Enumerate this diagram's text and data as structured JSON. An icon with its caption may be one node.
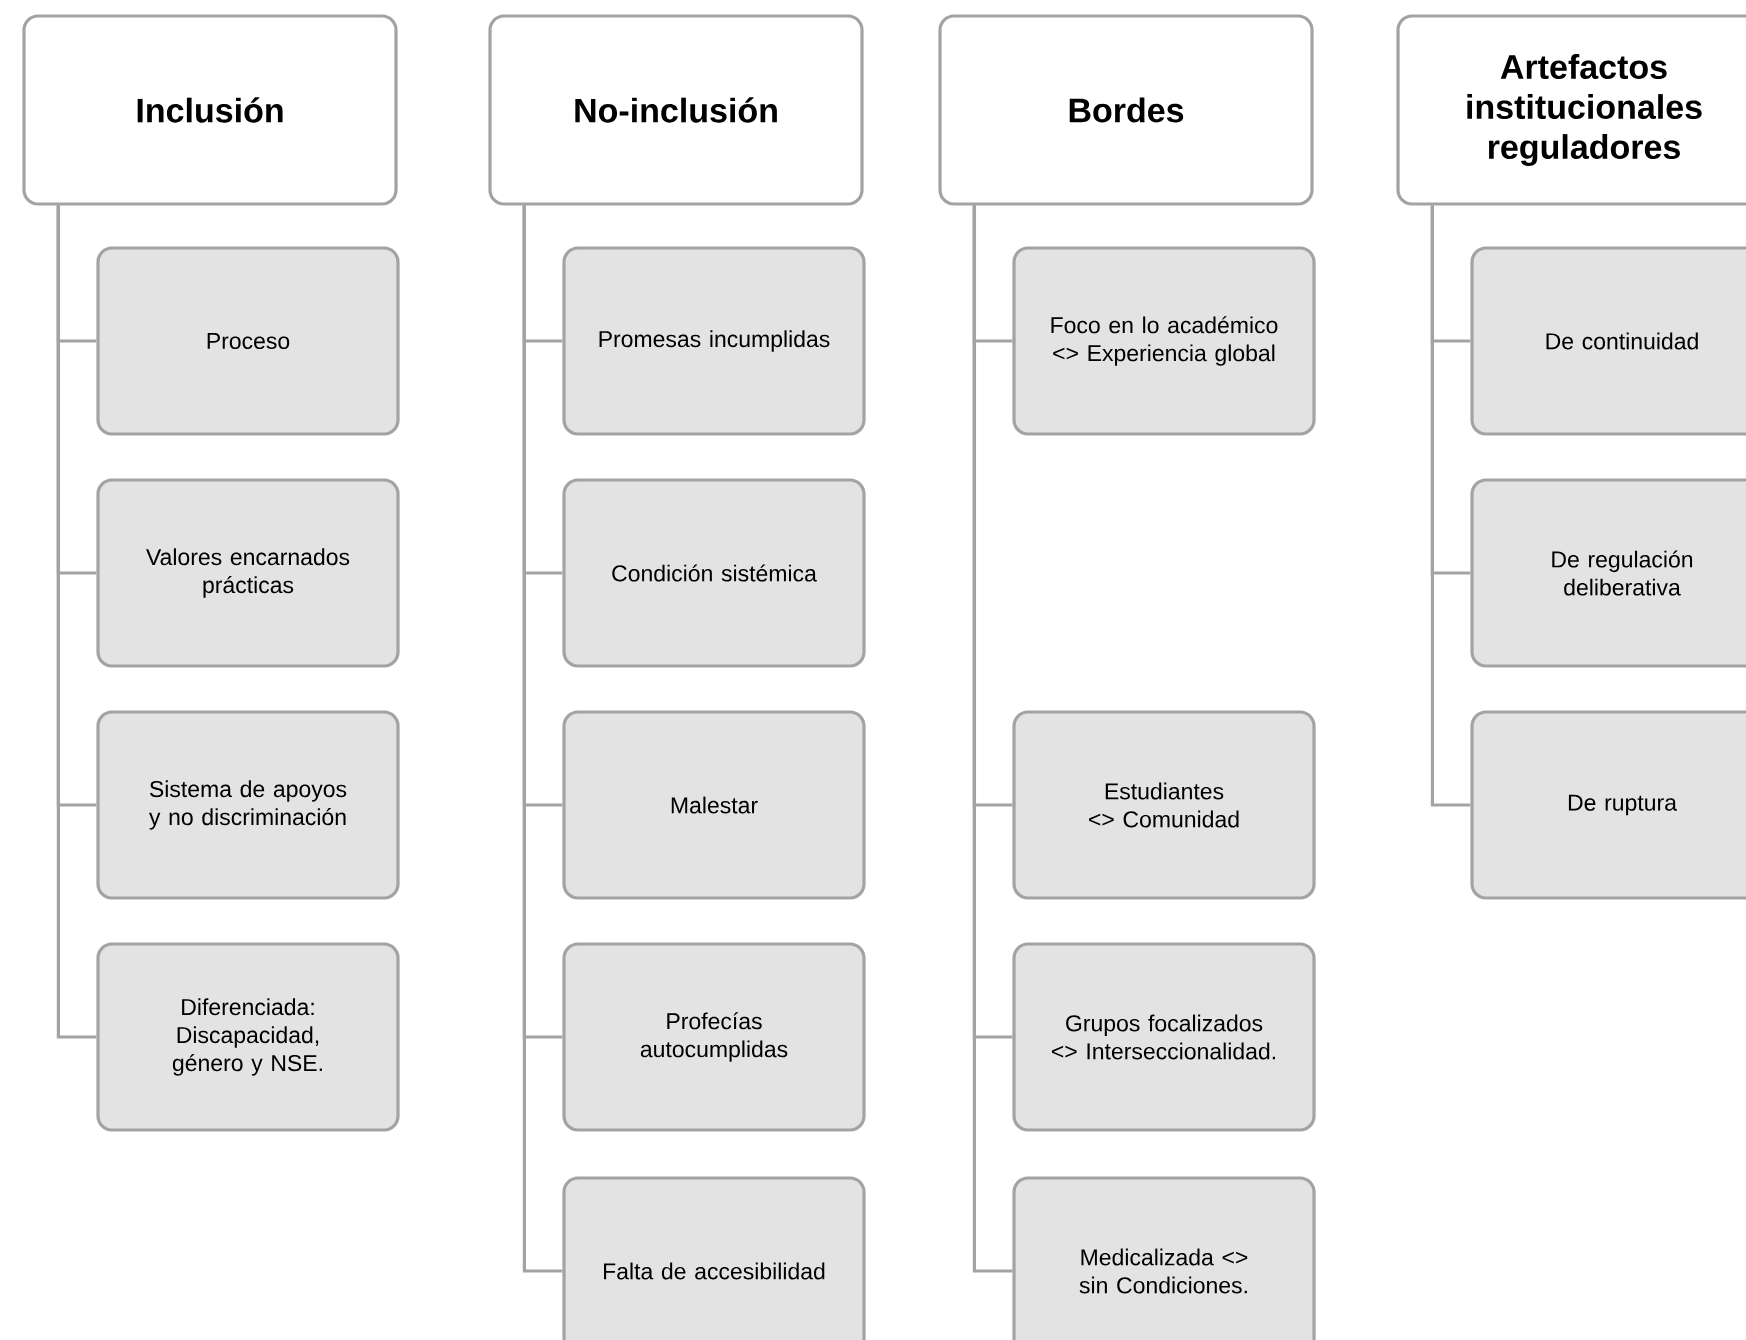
{
  "diagram": {
    "nodes": [
      {
        "text": [
          "Inclusión"
        ]
      },
      {
        "text": [
          "Proceso"
        ]
      },
      {
        "text": [
          "Valores encarnados prácticas"
        ]
      },
      {
        "text": [
          "Sistema de apoyos y no discriminación"
        ]
      },
      {
        "text": [
          "Diferenciada: Discapacidad, género y NSE."
        ]
      },
      {
        "text": [
          "No-inclusión"
        ]
      },
      {
        "text": [
          "Promesas incumplidas"
        ]
      },
      {
        "text": [
          "Condición sistémica"
        ]
      },
      {
        "text": [
          "Malestar"
        ]
      },
      {
        "text": [
          "Profecías autocumplidas"
        ]
      },
      {
        "text": [
          "Falta de accesibilidad"
        ]
      },
      {
        "text": [
          "Bordes"
        ]
      },
      {
        "text": [
          "Foco en lo académico <> Experiencia global"
        ]
      },
      {
        "text": [
          "Estudiantes <> Comunidad"
        ]
      },
      {
        "text": [
          "Grupos focalizados <> Interseccionalidad."
        ]
      },
      {
        "text": [
          "Medicalizada <> sin Condiciones."
        ]
      },
      {
        "text": [
          "Artefactos institucionales reguladores"
        ]
      },
      {
        "text": [
          "De continuidad"
        ]
      },
      {
        "text": [
          "De regulación deliberativa"
        ]
      },
      {
        "text": [
          "De ruptura"
        ]
      }
    ],
    "edges": [
      {
        "from": 0,
        "to": 1,
        "arrow": "none"
      },
      {
        "from": 0,
        "to": 2,
        "arrow": "none"
      },
      {
        "from": 0,
        "to": 3,
        "arrow": "none"
      },
      {
        "from": 0,
        "to": 4,
        "arrow": "none"
      },
      {
        "from": 5,
        "to": 6,
        "arrow": "none"
      },
      {
        "from": 5,
        "to": 7,
        "arrow": "none"
      },
      {
        "from": 5,
        "to": 8,
        "arrow": "none"
      },
      {
        "from": 5,
        "to": 9,
        "arrow": "none"
      },
      {
        "from": 5,
        "to": 10,
        "arrow": "none"
      },
      {
        "from": 11,
        "to": 12,
        "arrow": "none"
      },
      {
        "from": 11,
        "to": 13,
        "arrow": "none"
      },
      {
        "from": 11,
        "to": 14,
        "arrow": "none"
      },
      {
        "from": 11,
        "to": 15,
        "arrow": "none"
      },
      {
        "from": 16,
        "to": 17,
        "arrow": "none"
      },
      {
        "from": 16,
        "to": 18,
        "arrow": "none"
      },
      {
        "from": 16,
        "to": 19,
        "arrow": "none"
      }
    ]
  }
}
